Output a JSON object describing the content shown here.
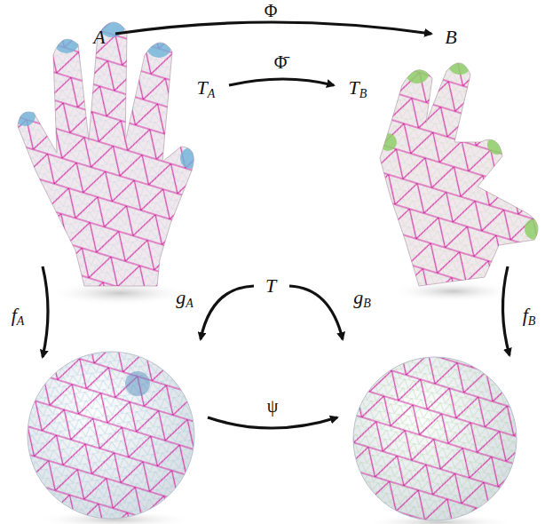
{
  "diagram": {
    "labels": [
      "A",
      "Φ",
      "B",
      "Φ̄",
      "TA",
      "TB",
      "T",
      "gA",
      "gB",
      "fA",
      "fB",
      "ψ"
    ]
  }
}
